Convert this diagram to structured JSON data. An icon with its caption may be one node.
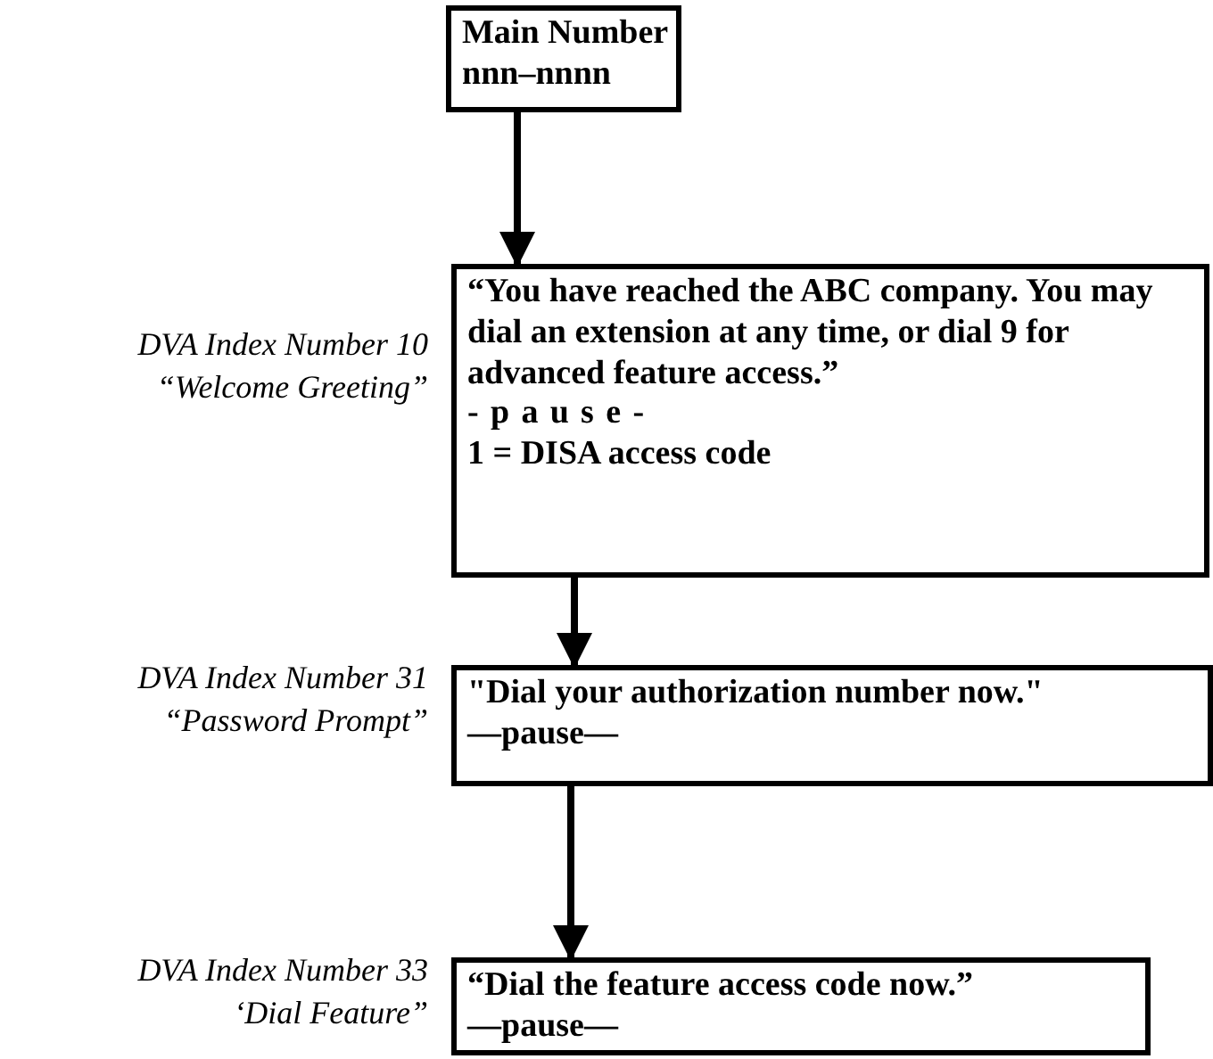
{
  "diagram": {
    "nodes": [
      {
        "text": [
          "Main Number",
          "nnn–nnnn"
        ]
      },
      {
        "text": [
          "“You have reached the ABC company. You may dial an extension at any time, or dial 9 for advanced feature access.”",
          "-pause-",
          "1 = DISA access code"
        ],
        "beside": [
          "DVA Index Number 10",
          "“Welcome Greeting”"
        ]
      },
      {
        "text": [
          "\"Dial your authorization number now.\"",
          "—pause—"
        ],
        "beside": [
          "DVA Index Number 31",
          "“Password Prompt”"
        ]
      },
      {
        "text": [
          "“Dial the feature access code now.”",
          "—pause—"
        ],
        "beside": [
          "DVA Index Number 33",
          "‘Dial Feature”"
        ]
      }
    ],
    "edges": [
      {
        "from": 0,
        "to": 1,
        "arrow": "to"
      },
      {
        "from": 1,
        "to": 2,
        "arrow": "to"
      },
      {
        "from": 2,
        "to": 3,
        "arrow": "to"
      }
    ]
  }
}
